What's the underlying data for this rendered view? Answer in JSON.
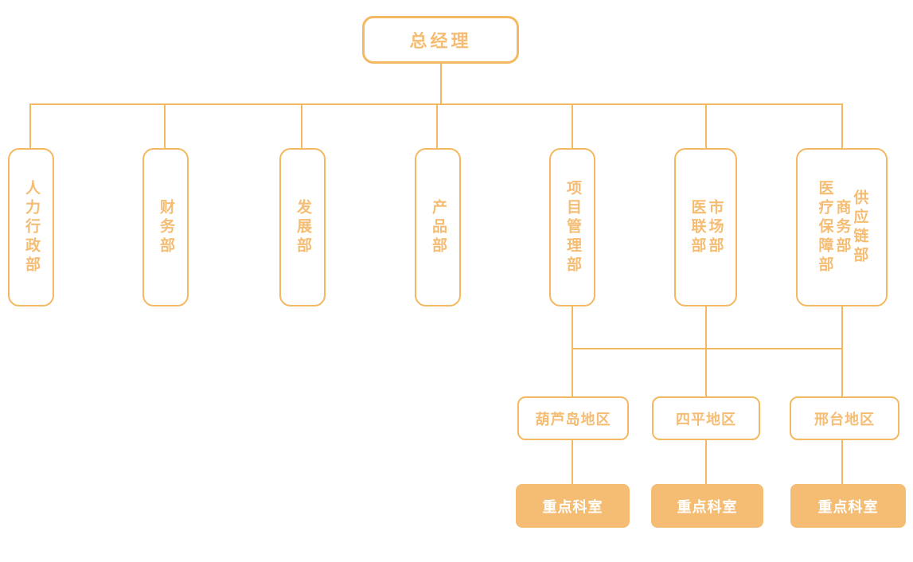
{
  "diagram": {
    "title_node": {
      "label": "总经理"
    },
    "departments": [
      {
        "id": "hr",
        "columns": [
          "人力行政部"
        ]
      },
      {
        "id": "finance",
        "columns": [
          "财务部"
        ]
      },
      {
        "id": "dev",
        "columns": [
          "发展部"
        ]
      },
      {
        "id": "product",
        "columns": [
          "产品部"
        ]
      },
      {
        "id": "pm",
        "columns": [
          "项目管理部"
        ]
      },
      {
        "id": "market",
        "columns": [
          "市场部",
          "医联部"
        ]
      },
      {
        "id": "supply",
        "columns": [
          "供应链部",
          "商务部",
          "医疗保障部"
        ]
      }
    ],
    "regions": [
      {
        "id": "huludao",
        "label": "葫芦岛地区"
      },
      {
        "id": "siping",
        "label": "四平地区"
      },
      {
        "id": "xingtai",
        "label": "邢台地区"
      }
    ],
    "leaves": [
      {
        "id": "key-dept-1",
        "label": "重点科室"
      },
      {
        "id": "key-dept-2",
        "label": "重点科室"
      },
      {
        "id": "key-dept-3",
        "label": "重点科室"
      }
    ],
    "colors": {
      "accent": "#f3b860",
      "text": "#f5bd74",
      "fill": "#f5bd74",
      "leaf_text": "#ffffff",
      "background": "#ffffff"
    }
  }
}
